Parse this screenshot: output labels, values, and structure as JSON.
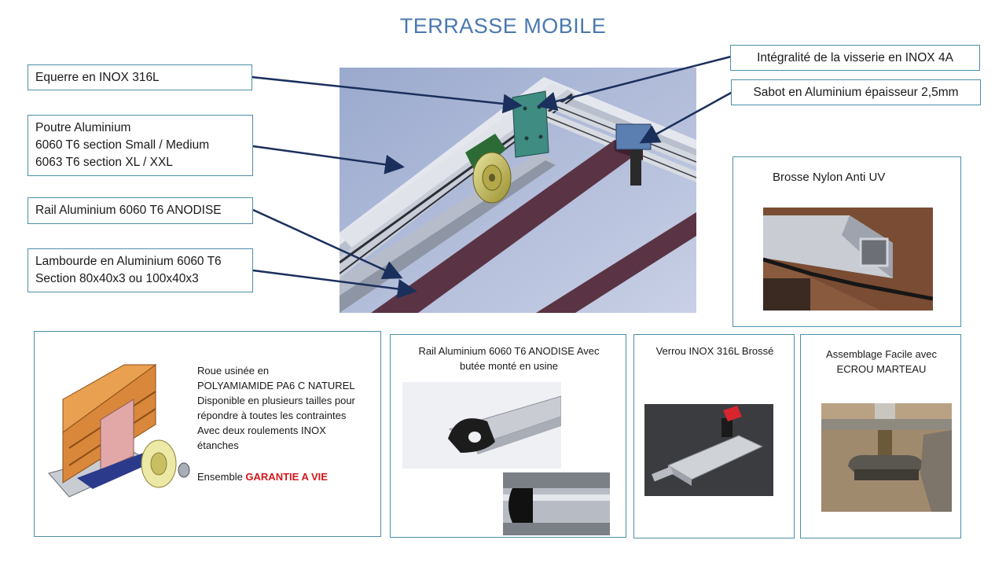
{
  "title": "TERRASSE MOBILE",
  "labels": {
    "equerre": "Equerre en INOX 316L",
    "poutre": "Poutre Aluminium\n6060 T6  section Small / Medium\n6063 T6 section XL / XXL",
    "rail": "Rail Aluminium 6060 T6 ANODISE",
    "lambourde": "Lambourde en Aluminium 6060 T6\nSection 80x40x3 ou 100x40x3",
    "visserie": "Intégralité de la visserie en INOX 4A",
    "sabot": "Sabot en Aluminium épaisseur 2,5mm"
  },
  "brosse": {
    "title": "Brosse Nylon Anti UV"
  },
  "roue": {
    "text": "Roue usinée en\nPOLYAMIAMIDE PA6 C NATUREL\nDisponible en plusieurs tailles pour\nrépondre  à toutes les contraintes\nAvec deux roulements INOX\nétanches",
    "ensemble_prefix": "Ensemble ",
    "ensemble_highlight": "GARANTIE A VIE"
  },
  "rail_butee": {
    "title": "Rail Aluminium 6060 T6 ANODISE Avec\nbutée monté  en usine"
  },
  "verrou": {
    "title": "Verrou INOX 316L Brossé"
  },
  "assemblage": {
    "title": "Assemblage Facile avec\nECROU MARTEAU"
  },
  "colors": {
    "title": "#4a78b0",
    "border": "#4b8fa8",
    "arrow": "#1b2f5c",
    "highlight": "#d4161c"
  }
}
